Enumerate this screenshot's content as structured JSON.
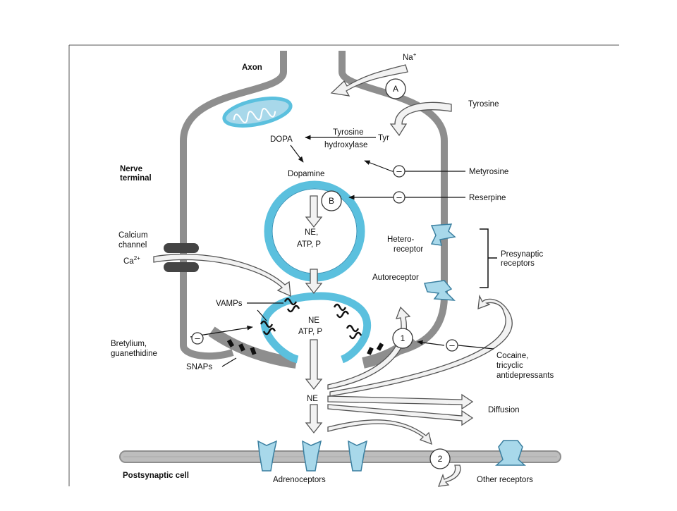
{
  "labels": {
    "axon": "Axon",
    "nerve_terminal_1": "Nerve",
    "nerve_terminal_2": "terminal",
    "calcium_channel_1": "Calcium",
    "calcium_channel_2": "channel",
    "ca": "Ca",
    "ca_sup": "2+",
    "na": "Na",
    "na_sup": "+",
    "tyrosine": "Tyrosine",
    "tyr": "Tyr",
    "tyrosine_hydroxylase_1": "Tyrosine",
    "tyrosine_hydroxylase_2": "hydroxylase",
    "dopa": "DOPA",
    "dopamine": "Dopamine",
    "metyrosine": "Metyrosine",
    "reserpine": "Reserpine",
    "vesicle1_line1": "NE,",
    "vesicle1_line2": "ATP, P",
    "vesicle2_line1": "NE",
    "vesicle2_line2": "ATP, P",
    "hetero_1": "Hetero-",
    "hetero_2": "receptor",
    "autoreceptor": "Autoreceptor",
    "presynaptic_1": "Presynaptic",
    "presynaptic_2": "receptors",
    "vamps": "VAMPs",
    "bretylium_1": "Bretylium,",
    "bretylium_2": "guanethidine",
    "snaps": "SNAPs",
    "cocaine_1": "Cocaine,",
    "cocaine_2": "tricyclic",
    "cocaine_3": "antidepressants",
    "ne": "NE",
    "diffusion": "Diffusion",
    "postsynaptic": "Postsynaptic cell",
    "adrenoceptors": "Adrenoceptors",
    "other_receptors": "Other receptors"
  },
  "markers": {
    "a": "A",
    "b": "B",
    "one": "1",
    "two": "2",
    "minus": "–"
  },
  "colors": {
    "membrane": "#8e8e8e",
    "vesicle": "#5bc0de",
    "receptor_fill": "#a8d8ea",
    "receptor_stroke": "#3a7fa0",
    "mito": "#5bc0de",
    "arrow_fill": "#f2f2f2",
    "arrow_stroke": "#555555"
  }
}
